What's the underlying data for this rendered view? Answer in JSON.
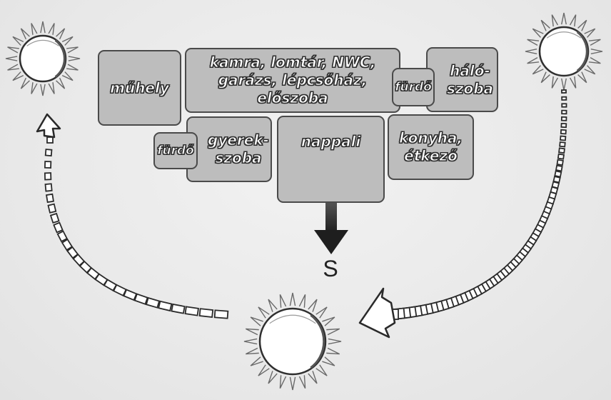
{
  "rooms": {
    "muhely": "műhely",
    "kamra": "kamra, lomtár, NWC,\ngarázs, lépcsőház, előszoba",
    "furdo_top": "fürdő",
    "haloszoba": "háló-\nszoba",
    "furdo_small": "fürdő",
    "gyerekszoba": "gyerek-\nszoba",
    "nappali": "nappali",
    "konyha": "konyha,\nétkező"
  },
  "compass": {
    "south_label": "S"
  },
  "colors": {
    "room_fill": "#bdbdbd",
    "room_border": "#4a4a4a",
    "arrow": "#1e1e1e",
    "sun_stroke": "#3a3a3a"
  },
  "icons": {
    "sun": "sun-icon",
    "south_arrow": "arrow-down-icon",
    "sun_path": "dashed-arc-arrow"
  }
}
